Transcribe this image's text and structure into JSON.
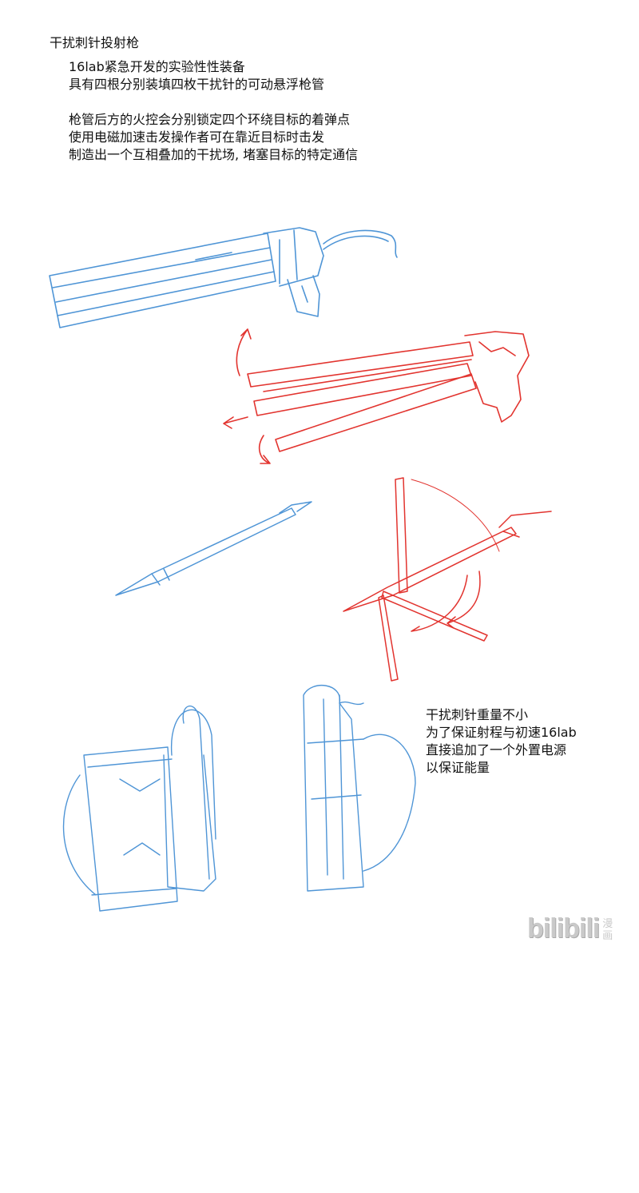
{
  "title": "干扰刺针投射枪",
  "intro": {
    "para1": [
      "16lab紧急开发的实验性性装备",
      "具有四根分别装填四枚干扰针的可动悬浮枪管"
    ],
    "para2": [
      "枪管后方的火控会分别锁定四个环绕目标的着弹点",
      "使用电磁加速击发操作者可在靠近目标时击发",
      "制造出一个互相叠加的干扰场, 堵塞目标的特定通信"
    ]
  },
  "side_note": [
    "干扰刺针重量不小",
    "为了保证射程与初速16lab",
    "直接追加了一个外置电源",
    "以保证能量"
  ],
  "watermark": {
    "brand": "bilibili",
    "sub": "漫画"
  },
  "colors": {
    "blue_sketch": "#4f95d6",
    "red_sketch": "#e2342f"
  }
}
